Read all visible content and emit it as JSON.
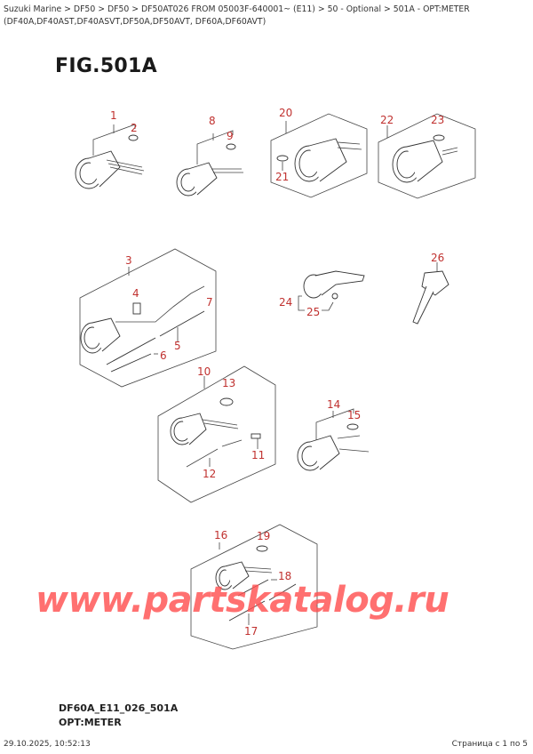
{
  "breadcrumb": {
    "text": "Suzuki Marine > DF50 > DF50 > DF50AT026 FROM 05003F-640001~ (E11) > 50 - Optional > 501A - OPT:METER (DF40A,DF40AST,DF40ASVT,DF50A,DF50AVT, DF60A,DF60AVT)",
    "items": [
      "Suzuki Marine",
      "DF50",
      "DF50",
      "DF50AT026 FROM 05003F-640001~ (E11)",
      "50 - Optional",
      "501A - OPT:METER (DF40A,DF40AST,DF40ASVT,DF50A,DF50AVT, DF60A,DF60AVT)"
    ]
  },
  "figure": {
    "title": "FIG.501A",
    "code": "DF60A_E11_026_501A",
    "name": "OPT:METER"
  },
  "callouts": {
    "c1": "1",
    "c2": "2",
    "c3": "3",
    "c4": "4",
    "c5": "5",
    "c6": "6",
    "c7": "7",
    "c8": "8",
    "c9": "9",
    "c10": "10",
    "c11": "11",
    "c12": "12",
    "c13": "13",
    "c14": "14",
    "c15": "15",
    "c16": "16",
    "c17": "17",
    "c18": "18",
    "c19": "19",
    "c20": "20",
    "c21": "21",
    "c22": "22",
    "c23": "23",
    "c24": "24",
    "c25": "25",
    "c26": "26"
  },
  "colors": {
    "callout": "#c0312f",
    "watermark": "#ff5050"
  },
  "watermark": "www.partskatalog.ru",
  "footer": {
    "timestamp": "29.10.2025, 10:52:13",
    "page_info": "Страница с 1 по 5"
  }
}
